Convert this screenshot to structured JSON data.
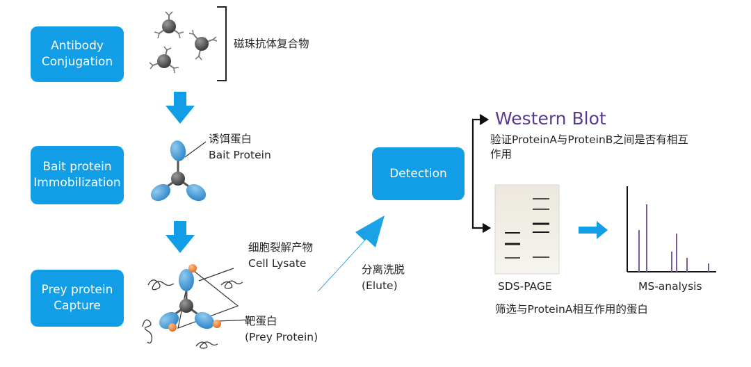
{
  "steps": {
    "antibody_conjugation": "Antibody Conjugation",
    "bait_immobilization": "Bait protein Immobilization",
    "prey_capture": "Prey protein Capture",
    "detection": "Detection"
  },
  "labels": {
    "bead_complex": "磁珠抗体复合物",
    "bait_cn": "诱饵蛋白",
    "bait_en": "Bait Protein",
    "lysate_cn": "细胞裂解产物",
    "lysate_en": "Cell Lysate",
    "prey_cn": "靶蛋白",
    "prey_en": "(Prey Protein)",
    "elute_cn": "分离洗脱",
    "elute_en": "(Elute)"
  },
  "western_blot": {
    "title": "Western Blot",
    "desc": "验证ProteinA与ProteinB之间是否有相互作用"
  },
  "analysis": {
    "sds_page": "SDS-PAGE",
    "ms": "MS-analysis",
    "screen": "筛选与ProteinA相互作用的蛋白"
  },
  "colors": {
    "step_box": "#119ee6",
    "arrow": "#119ee6",
    "bead": "#5a5a5a",
    "antibody_lobe": "#4ea3dc",
    "prey_dot": "#f08a3c",
    "western_title": "#5b3b8f",
    "ms_peak": "#7a5a9a"
  }
}
